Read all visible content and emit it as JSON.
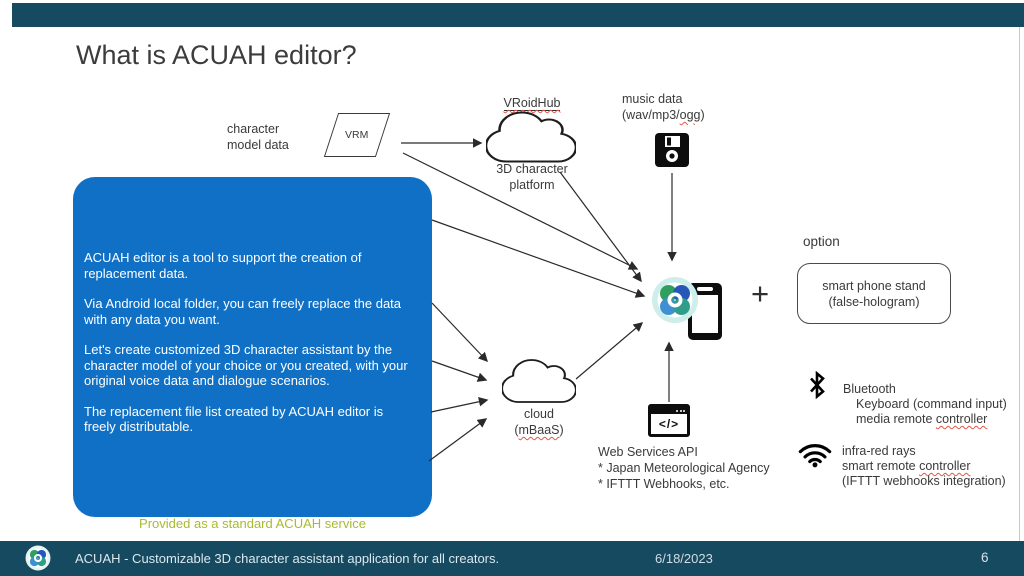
{
  "slide": {
    "title": "What is ACUAH editor?",
    "footer": {
      "text": "ACUAH - Customizable 3D character assistant application for all creators.",
      "date": "6/18/2023",
      "page_number": "6"
    }
  },
  "diagram": {
    "character_model": {
      "line1": "character",
      "line2": "model data"
    },
    "vrm_label": "VRM",
    "vroidhub": {
      "title": "VRoidHub",
      "caption_line1": "3D character",
      "caption_line2": "platform"
    },
    "music_data": {
      "line1": "music data",
      "line2_prefix": "(wav/mp3/",
      "line2_word": "ogg",
      "line2_suffix": ")"
    },
    "editor_box": {
      "paragraphs": [
        "ACUAH editor is a tool to support the creation of replacement data.",
        "Via Android local folder, you can freely replace the data with any data you want.",
        "Let's create customized 3D character assistant by the character model of your choice or you created, with your original voice data and dialogue scenarios.",
        "The replacement file list created by ACUAH editor is freely distributable."
      ]
    },
    "provided_note": "Provided as a standard ACUAH service",
    "cloud_mbaas": {
      "line1": "cloud",
      "line2_prefix": "(",
      "line2_word": "mBaaS",
      "line2_suffix": ")"
    },
    "web_api": {
      "icon_glyph": "</>",
      "line1": "Web Services API",
      "line2": "* Japan Meteorological Agency",
      "line3": "* IFTTT Webhooks, etc."
    },
    "plus_sign": "+",
    "option": {
      "label": "option",
      "line1": "smart phone stand",
      "line2": "(false-hologram)"
    },
    "bluetooth": {
      "title": "Bluetooth",
      "line2": "Keyboard (command input)",
      "line3_prefix": "media remote ",
      "line3_word": "controller"
    },
    "infrared": {
      "line1": "infra-red rays",
      "line2_prefix": "smart remote ",
      "line2_word": "controller",
      "line3": "(IFTTT webhooks integration)"
    }
  },
  "colors": {
    "bar_teal": "#164a60",
    "accent_blue_box": "#0f70c5",
    "note_green": "#a6bc2e",
    "misspell_red": "#e2564b",
    "logo_green": "#2f9e5f",
    "logo_blue": "#2757b8",
    "logo_lightblue": "#3f8fd2",
    "logo_teal": "#2f9d8a"
  }
}
